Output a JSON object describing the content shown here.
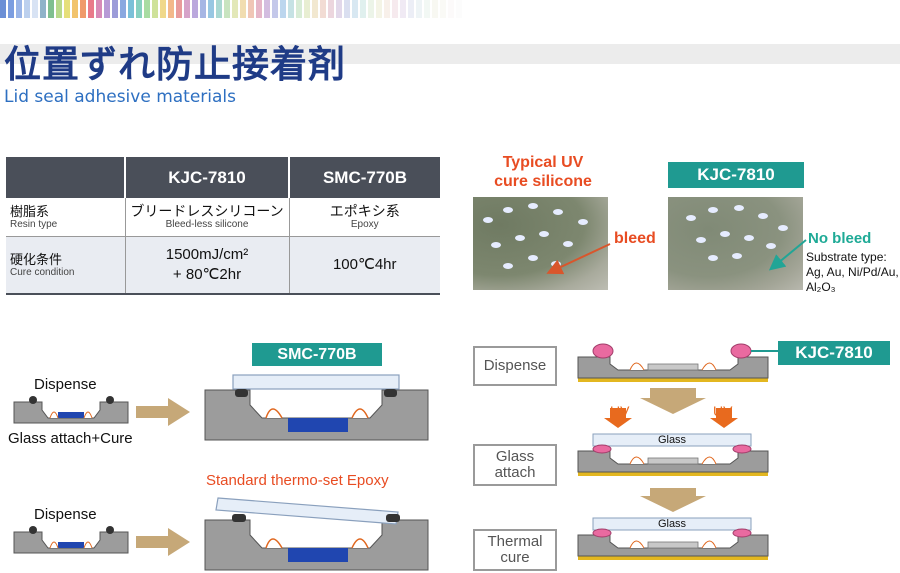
{
  "header": {
    "title_jp": "位置ずれ防止接着剤",
    "title_en": "Lid seal adhesive materials",
    "stripe_colors": [
      "#6b8fd6",
      "#7b9de0",
      "#9ab5e8",
      "#bcd0ee",
      "#d8e3f4",
      "#8fb3c9",
      "#7fbf8f",
      "#b8d98a",
      "#e6df7a",
      "#f2c46d",
      "#f09a6a",
      "#e97a8a",
      "#d88ab8",
      "#b79ad6",
      "#9c9cd9",
      "#8aa8e0",
      "#7ac0d8",
      "#86d0c0",
      "#a8dca2",
      "#cfe29a",
      "#f0d88a",
      "#f3b88a",
      "#e99b9b",
      "#d6a3c9",
      "#bba8dd",
      "#a6b6e4",
      "#98c7e2",
      "#a9d8d2",
      "#c8e4c0",
      "#e3e8b8",
      "#f1ddb0",
      "#f0c6b6",
      "#e6b6c8",
      "#d3bde0",
      "#c4c8ea",
      "#bcd6ee",
      "#c6e2e4",
      "#d8ecd6",
      "#e8eed2",
      "#f2e8d0",
      "#f2dcd4",
      "#ecd6de",
      "#e2d8ea",
      "#dadff0",
      "#d8e8f2",
      "#e0f0ee",
      "#ecf4e8",
      "#f4f4e6",
      "#f8f0ea",
      "#f6eaee",
      "#f0eaf4",
      "#eceef6",
      "#eef4f6",
      "#f2f8f4",
      "#f8f8f2",
      "#fafaf6",
      "#fcfafa",
      "#fcfcfc"
    ]
  },
  "table": {
    "headers": [
      "",
      "KJC-7810",
      "SMC-770B"
    ],
    "rows": [
      {
        "label_jp": "樹脂系",
        "label_en": "Resin type",
        "kjc_jp": "ブリードレスシリコーン",
        "kjc_en": "Bleed-less silicone",
        "smc_jp": "エポキシ系",
        "smc_en": "Epoxy"
      },
      {
        "label_jp": "硬化条件",
        "label_en": "Cure condition",
        "kjc_line1": "1500mJ/cm²",
        "kjc_line2": "+ 80℃2hr",
        "smc_value": "100℃4hr"
      }
    ]
  },
  "photos": {
    "left_caption_line1": "Typical UV",
    "left_caption_line2": "cure silicone",
    "left_callout": "bleed",
    "right_caption": "KJC-7810",
    "right_callout": "No bleed",
    "substrate_line1": "Substrate type:",
    "substrate_line2": "Ag, Au, Ni/Pd/Au,",
    "substrate_line3": "Al₂O₃"
  },
  "left_process": {
    "top_tag": "SMC-770B",
    "top_label_dispense": "Dispense",
    "top_label_cure": "Glass attach+Cure",
    "bottom_caption": "Standard thermo-set Epoxy",
    "bottom_label_dispense": "Dispense"
  },
  "right_process": {
    "tag": "KJC-7810",
    "step1": "Dispense",
    "step2_line1": "Glass",
    "step2_line2": "attach",
    "step3_line1": "Thermal",
    "step3_line2": "cure",
    "uv_left": "UV",
    "uv_right": "UV",
    "glass_label_1": "Glass",
    "glass_label_2": "Glass"
  },
  "colors": {
    "title_blue": "#1f3b86",
    "subtitle_blue": "#2d6fc1",
    "teal": "#1f9a91",
    "red_orange": "#e84c22",
    "table_header": "#4a4f59",
    "arrow_tan": "#c6a878",
    "package_gray": "#9a9a9a",
    "silicone_pink": "#e96aa0",
    "die_blue": "#2046b0",
    "gold": "#e3b720"
  }
}
